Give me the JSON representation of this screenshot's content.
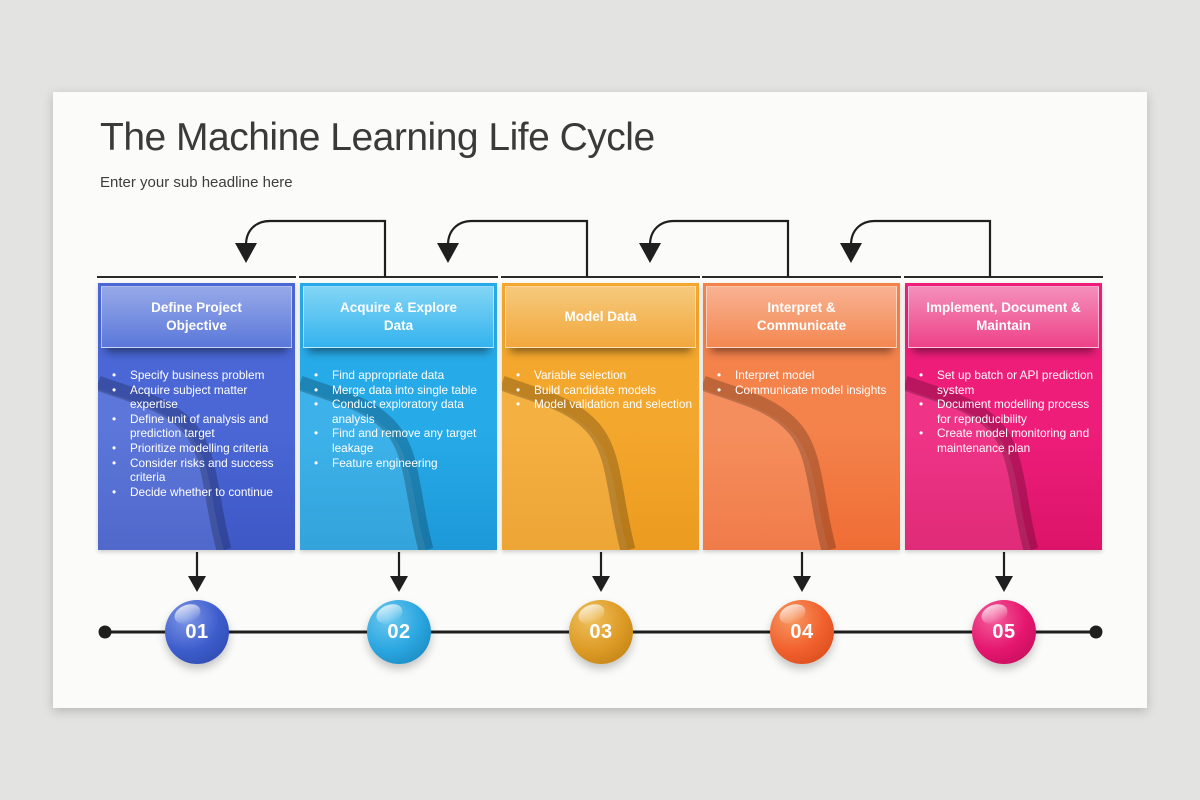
{
  "slide": {
    "title": "The Machine Learning Life Cycle",
    "subtitle": "Enter your sub headline here"
  },
  "bullet_char": "•",
  "stages": [
    {
      "number": "01",
      "title": "Define Project\nObjective",
      "bullets": [
        "Specify business problem",
        "Acquire subject matter expertise",
        "Define unit of analysis and prediction target",
        "Prioritize modelling criteria",
        "Consider risks and success criteria",
        "Decide whether to continue"
      ],
      "colors": {
        "header_top": "#96a9e8",
        "header_bottom": "#5b78da",
        "body": "#4a67d5",
        "body_deep": "#3e58c6",
        "sphere_light": "#7e97e6",
        "sphere": "#3d5dcc",
        "sphere_dark": "#2a45a4"
      }
    },
    {
      "number": "02",
      "title": "Acquire & Explore\nData",
      "bullets": [
        "Find appropriate data",
        "Merge data into single table",
        "Conduct exploratory data analysis",
        "Find and remove any target leakage",
        "Feature engineering"
      ],
      "colors": {
        "header_top": "#82d5f5",
        "header_bottom": "#34b3ee",
        "body": "#27aae8",
        "body_deep": "#1d99d8",
        "sphere_light": "#6cc9ef",
        "sphere": "#2aa6e0",
        "sphere_dark": "#177fb4"
      }
    },
    {
      "number": "03",
      "title": "Model Data",
      "bullets": [
        "Variable selection",
        "Build candidate models",
        "Model validation and selection"
      ],
      "colors": {
        "header_top": "#f6c97c",
        "header_bottom": "#f2a83c",
        "body": "#f4a72d",
        "body_deep": "#eb9b1f",
        "sphere_light": "#efc05e",
        "sphere": "#dd9b26",
        "sphere_dark": "#b97c10"
      }
    },
    {
      "number": "04",
      "title": "Interpret &\nCommunicate",
      "bullets": [
        "Interpret model",
        "Communicate model insights"
      ],
      "colors": {
        "header_top": "#f8b292",
        "header_bottom": "#f48851",
        "body": "#f4824b",
        "body_deep": "#ef6d35",
        "sphere_light": "#f79a63",
        "sphere": "#f1602d",
        "sphere_dark": "#cf4716"
      }
    },
    {
      "number": "05",
      "title": "Implement, Document &\nMaintain",
      "bullets": [
        "Set up batch or API prediction system",
        "Document modelling process for reproducibility",
        "Create model monitoring and maintenance plan"
      ],
      "colors": {
        "header_top": "#f48fba",
        "header_bottom": "#ee4288",
        "body": "#ee1d7a",
        "body_deep": "#dc1469",
        "sphere_light": "#f45e9b",
        "sphere": "#e5166f",
        "sphere_dark": "#b80d55"
      }
    }
  ]
}
